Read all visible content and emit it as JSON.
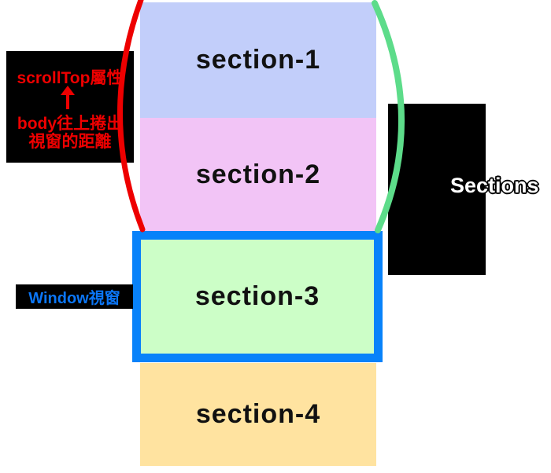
{
  "sections": [
    {
      "label": "section-1",
      "color": "#c2cefa"
    },
    {
      "label": "section-2",
      "color": "#f2c4f6"
    },
    {
      "label": "section-3",
      "color": "#ccfec7"
    },
    {
      "label": "section-4",
      "color": "#ffe3a0"
    }
  ],
  "annotations": {
    "scrolltop": {
      "title": "scrollTop屬性",
      "desc_line1": "body往上捲出",
      "desc_line2": "視窗的距離",
      "text_color": "#ee0000"
    },
    "window": {
      "label": "Window視窗",
      "text_color": "#0b76f7",
      "border_color": "#0882fa"
    },
    "sections_group": {
      "label": "Sections",
      "fill_color": "#ffffff",
      "outline_color": "#000000"
    }
  },
  "curves": {
    "left_brace_color": "#ee0000",
    "right_brace_color": "#5ddc8a"
  }
}
